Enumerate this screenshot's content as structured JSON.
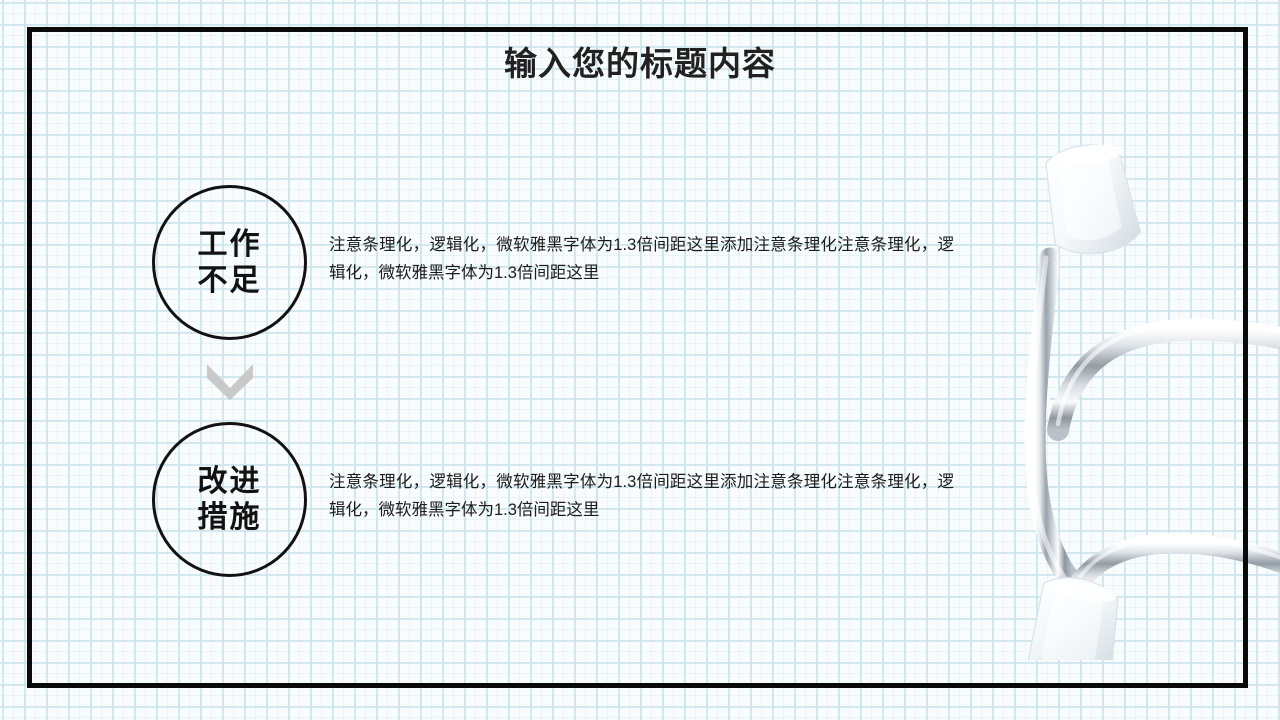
{
  "slide": {
    "title": "输入您的标题内容",
    "frame_color": "#0a0a0a",
    "background_color": "#f8fcfd",
    "grid_line_color": "#cde4ec",
    "text_color": "#1c1c1c"
  },
  "sections": [
    {
      "circle_lines": [
        "工作",
        "不足"
      ],
      "body": "注意条理化，逻辑化，微软雅黑字体为1.3倍间距这里添加注意条理化注意条理化，逻辑化，微软雅黑字体为1.3倍间距这里"
    },
    {
      "circle_lines": [
        "改进",
        "措施"
      ],
      "body": "注意条理化，逻辑化，微软雅黑字体为1.3倍间距这里添加注意条理化注意条理化，逻辑化，微软雅黑字体为1.3倍间距这里"
    }
  ],
  "connector": {
    "icon": "chevron-down-icon",
    "color": "#c8c8c8"
  },
  "photo": {
    "subject": "stethoscope-ear-tubes",
    "tube_color": "#b9c0c6",
    "tip_color": "#f4f7f9"
  }
}
